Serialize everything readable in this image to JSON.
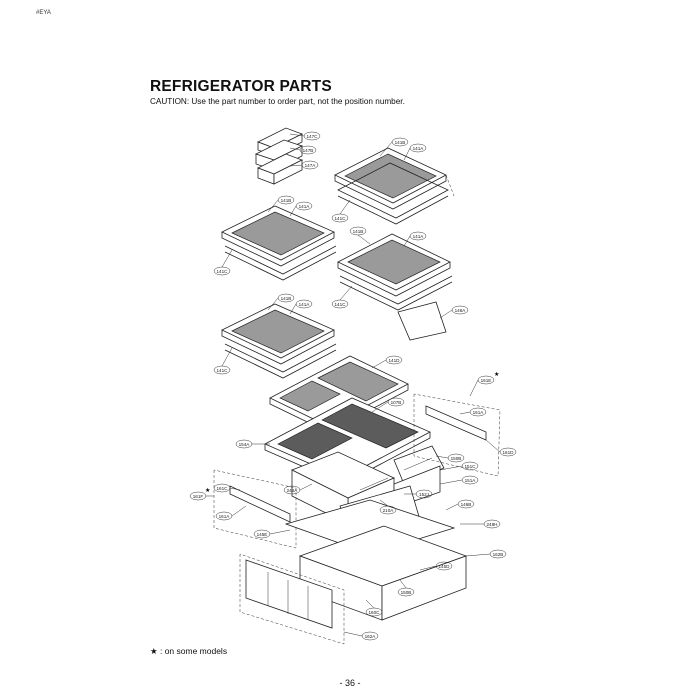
{
  "page": {
    "corner_code": "#EYA",
    "title": "REFRIGERATOR PARTS",
    "caution": "CAUTION: Use the part number to order part, not the position number.",
    "footnote": "★ : on some models",
    "page_number": "- 36 -"
  },
  "callouts": [
    {
      "label": "147C"
    },
    {
      "label": "147B"
    },
    {
      "label": "147A"
    },
    {
      "label": "141B"
    },
    {
      "label": "141A"
    },
    {
      "label": "141C"
    },
    {
      "label": "141B"
    },
    {
      "label": "141A"
    },
    {
      "label": "141C"
    },
    {
      "label": "141B"
    },
    {
      "label": "141A"
    },
    {
      "label": "141C"
    },
    {
      "label": "146A"
    },
    {
      "label": "141B"
    },
    {
      "label": "141A"
    },
    {
      "label": "141C"
    },
    {
      "label": "141D"
    },
    {
      "label": "161E"
    },
    {
      "label": "161A"
    },
    {
      "label": "161D"
    },
    {
      "label": "107B"
    },
    {
      "label": "154A"
    },
    {
      "label": "150B"
    },
    {
      "label": "151C"
    },
    {
      "label": "151A"
    },
    {
      "label": "246A"
    },
    {
      "label": "161C"
    },
    {
      "label": "161F"
    },
    {
      "label": "161A"
    },
    {
      "label": "152J"
    },
    {
      "label": "210A"
    },
    {
      "label": "146B"
    },
    {
      "label": "248H"
    },
    {
      "label": "145E"
    },
    {
      "label": "162B"
    },
    {
      "label": "145D"
    },
    {
      "label": "150B"
    },
    {
      "label": "160C"
    },
    {
      "label": "162A"
    }
  ]
}
